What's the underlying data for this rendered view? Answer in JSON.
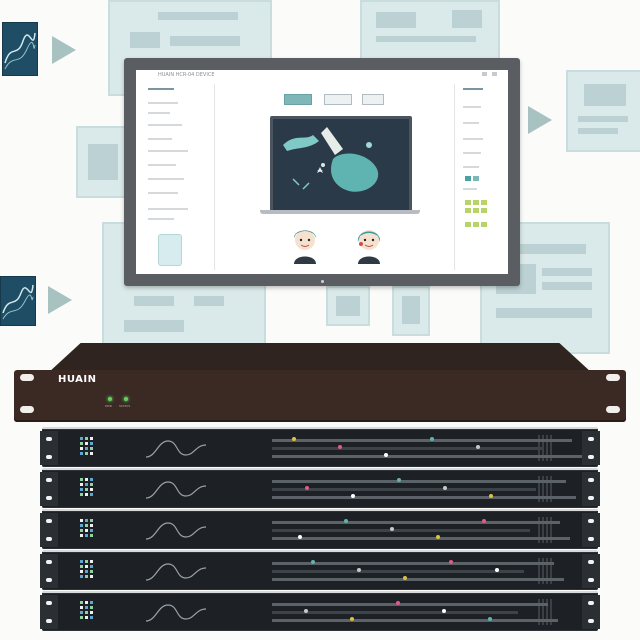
{
  "rack": {
    "brand": "HUAIN",
    "indicator_labels": [
      "PWR",
      "STATUS"
    ]
  },
  "monitor": {
    "titlebar_text": "HUAIN HCR-04 DEVICE",
    "active_tab": "Video"
  },
  "units": [
    {
      "id": 1
    },
    {
      "id": 2
    },
    {
      "id": 3
    },
    {
      "id": 4
    },
    {
      "id": 5
    }
  ],
  "colors": {
    "chassis": "#3b2a24",
    "unit_face": "#1d2125",
    "accent_teal": "#7fb7b8",
    "led_green": "#5fd35f",
    "background_panel": "#cfe3e4"
  },
  "icons": [
    "play-arrow-icon",
    "wave-thumbnail-icon",
    "user-avatar-icon"
  ]
}
